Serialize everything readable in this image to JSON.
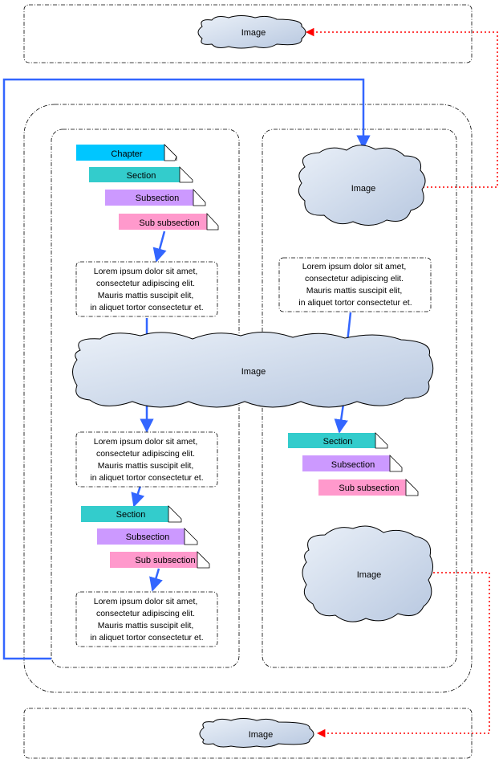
{
  "colors": {
    "chapter": "#00c6ff",
    "section": "#33cccc",
    "subsection": "#cc99ff",
    "subsubsection": "#ff99cc",
    "connector": "#3366ff",
    "dotted": "#ff0000",
    "cloud_light": "#eaf0f8",
    "cloud_dark": "#b8c8e0"
  },
  "clouds": {
    "top": "Image",
    "right_upper": "Image",
    "center": "Image",
    "right_lower": "Image",
    "bottom": "Image"
  },
  "left_column": {
    "chapter": "Chapter",
    "section": "Section",
    "subsection": "Subsection",
    "subsubsection": "Sub subsection",
    "text_1": [
      "Lorem ipsum dolor sit amet,",
      "consectetur adipiscing elit.",
      "Mauris mattis suscipit elit,",
      "in aliquet tortor consectetur et."
    ],
    "text_2": [
      "Lorem ipsum dolor sit amet,",
      "consectetur adipiscing elit.",
      "Mauris mattis suscipit elit,",
      "in aliquet tortor consectetur et."
    ],
    "section_2": "Section",
    "subsection_2": "Subsection",
    "subsubsection_2": "Sub subsection",
    "text_3": [
      "Lorem ipsum dolor sit amet,",
      "consectetur adipiscing elit.",
      "Mauris mattis suscipit elit,",
      "in aliquet tortor consectetur et."
    ]
  },
  "right_column": {
    "text_1": [
      "Lorem ipsum dolor sit amet,",
      "consectetur adipiscing elit.",
      "Mauris mattis suscipit elit,",
      "in aliquet tortor consectetur et."
    ],
    "section": "Section",
    "subsection": "Subsection",
    "subsubsection": "Sub subsection"
  }
}
